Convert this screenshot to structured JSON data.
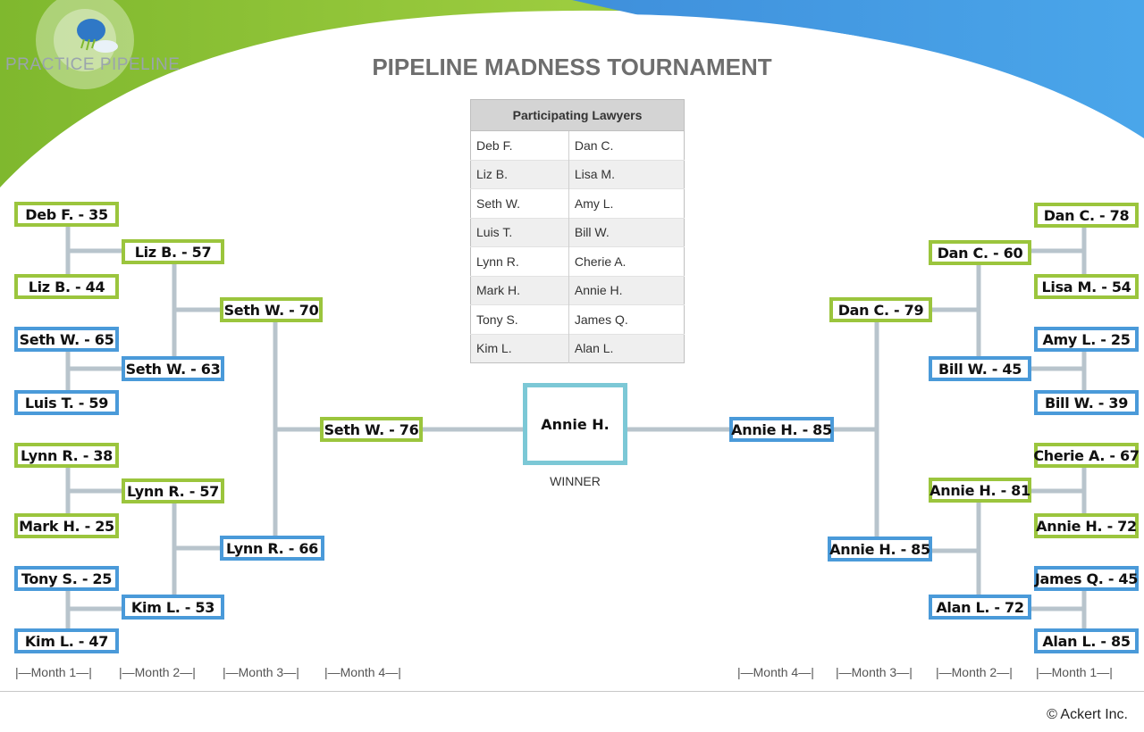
{
  "logo": {
    "text": "PRACTICE PIPELINE",
    "icon": "cloud-rain-icon"
  },
  "title": "PIPELINE MADNESS TOURNAMENT",
  "participants": {
    "header": "Participating Lawyers",
    "rows": [
      [
        "Deb F.",
        "Dan C."
      ],
      [
        "Liz B.",
        "Lisa M."
      ],
      [
        "Seth W.",
        "Amy L."
      ],
      [
        "Luis T.",
        "Bill W."
      ],
      [
        "Lynn R.",
        "Cherie A."
      ],
      [
        "Mark H.",
        "Annie H."
      ],
      [
        "Tony S.",
        "James Q."
      ],
      [
        "Kim L.",
        "Alan L."
      ]
    ]
  },
  "bracket": {
    "left": {
      "round1": [
        "Deb F. - 35",
        "Liz B. - 44",
        "Seth W. - 65",
        "Luis T. - 59",
        "Lynn R. - 38",
        "Mark H. - 25",
        "Tony S. - 25",
        "Kim L. - 47"
      ],
      "round2": [
        "Liz B. - 57",
        "Seth W. - 63",
        "Lynn R. - 57",
        "Kim L. - 53"
      ],
      "round3": [
        "Seth W. - 70",
        "Lynn R. - 66"
      ],
      "round4": [
        "Seth W. - 76"
      ]
    },
    "right": {
      "round1": [
        "Dan C. - 78",
        "Lisa M. - 54",
        "Amy L. - 25",
        "Bill W. - 39",
        "Cherie A. - 67",
        "Annie H. - 72",
        "James Q. - 45",
        "Alan L. - 85"
      ],
      "round2": [
        "Dan C. - 60",
        "Bill W. - 45",
        "Annie H. - 81",
        "Alan L. - 72"
      ],
      "round3": [
        "Dan C. - 79",
        "Annie H. - 85"
      ],
      "round4": [
        "Annie H. - 85"
      ]
    },
    "winner": "Annie H.",
    "winner_label": "WINNER"
  },
  "months_left": [
    "|—Month 1—|",
    "|—Month 2—|",
    "|—Month 3—|",
    "|—Month 4—|"
  ],
  "months_right": [
    "|—Month 4—|",
    "|—Month 3—|",
    "|—Month 2—|",
    "|—Month 1—|"
  ],
  "copyright": "© Ackert Inc.",
  "colors": {
    "green": "#9bc53d",
    "blue": "#4a9ad9",
    "connector": "#b8c4cc",
    "winner_border": "#7cc8d6"
  }
}
